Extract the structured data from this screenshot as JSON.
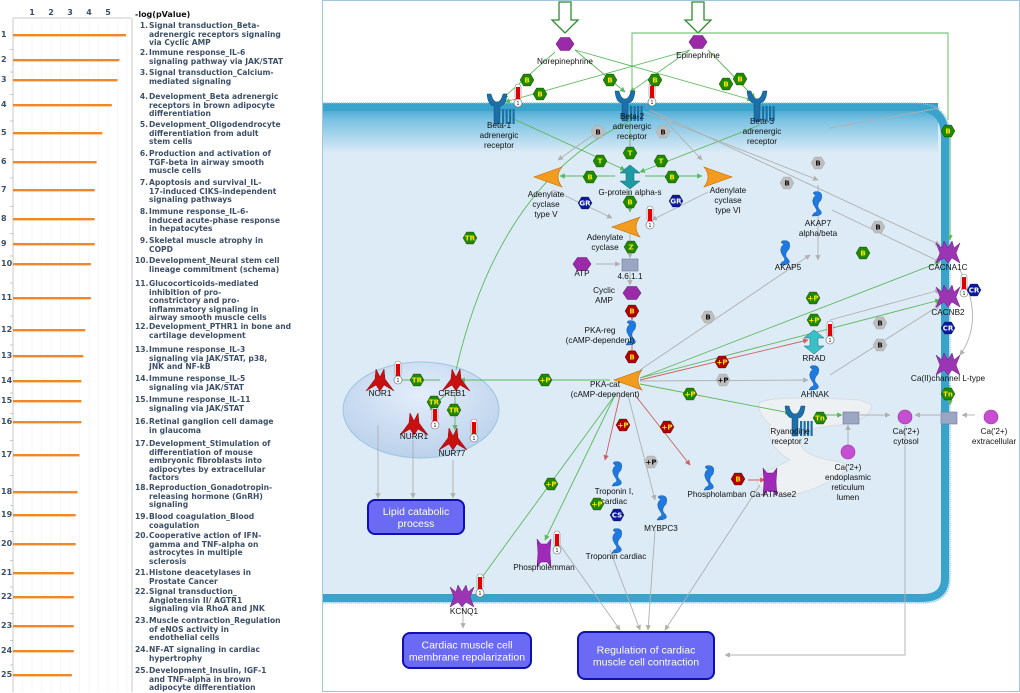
{
  "chart_data": {
    "type": "bar",
    "orientation": "horizontal",
    "title": "",
    "xlabel": "-log(pValue)",
    "ylabel": "",
    "x_ticks": [
      1,
      2,
      3,
      4,
      5
    ],
    "xlim": [
      0,
      6
    ],
    "grid": true,
    "bar_color": "#f0882a",
    "categories": [
      "1",
      "2",
      "3",
      "4",
      "5",
      "6",
      "7",
      "8",
      "9",
      "10",
      "11",
      "12",
      "13",
      "14",
      "15",
      "16",
      "17",
      "18",
      "19",
      "20",
      "21",
      "22",
      "23",
      "24",
      "25"
    ],
    "values": [
      5.95,
      5.6,
      5.5,
      5.2,
      4.7,
      4.4,
      4.3,
      4.3,
      4.3,
      4.1,
      4.1,
      3.8,
      3.7,
      3.6,
      3.6,
      3.6,
      3.5,
      3.4,
      3.3,
      3.3,
      3.2,
      3.2,
      3.2,
      3.2,
      3.1
    ]
  },
  "pathways": [
    {
      "num": "1.",
      "name": "Signal transduction_Beta-adrenergic receptors signaling via Cyclic AMP",
      "lines": [
        "Signal transduction_Beta-",
        "adrenergic receptors signaling",
        "via Cyclic AMP"
      ]
    },
    {
      "num": "2.",
      "name": "Immune response_IL-6 signaling pathway via JAK/STAT",
      "lines": [
        "Immune response_IL-6",
        "signaling pathway via JAK/STAT"
      ]
    },
    {
      "num": "3.",
      "name": "Signal transduction_Calcium-mediated signaling",
      "lines": [
        "Signal transduction_Calcium-",
        "mediated signaling"
      ]
    },
    {
      "num": "4.",
      "name": "Development_Beta adrenergic receptors in brown adipocyte differentiation",
      "lines": [
        "Development_Beta adrenergic",
        "receptors in brown adipocyte",
        "differentiation"
      ]
    },
    {
      "num": "5.",
      "name": "Development_Oligodendrocyte differentiation from adult stem cells",
      "lines": [
        "Development_Oligodendrocyte",
        "differentiation from adult",
        "stem cells"
      ]
    },
    {
      "num": "6.",
      "name": "Production and activation of TGF-beta in airway smooth muscle cells",
      "lines": [
        "Production and activation of",
        "TGF-beta in airway smooth",
        "muscle cells"
      ]
    },
    {
      "num": "7.",
      "name": "Apoptosis and survival_IL-17-induced CIKS-independent signaling pathways",
      "lines": [
        "Apoptosis and survival_IL-",
        "17-induced CIKS-independent",
        "signaling pathways"
      ]
    },
    {
      "num": "8.",
      "name": "Immune response_IL-6-induced acute-phase response in hepatocytes",
      "lines": [
        "Immune response_IL-6-",
        "induced acute-phase response",
        "in hepatocytes"
      ]
    },
    {
      "num": "9.",
      "name": "Skeletal muscle atrophy in COPD",
      "lines": [
        "Skeletal muscle atrophy in",
        "COPD"
      ]
    },
    {
      "num": "10.",
      "name": "Development_Neural stem cell lineage commitment (schema)",
      "lines": [
        "Development_Neural stem cell",
        "lineage commitment (schema)"
      ]
    },
    {
      "num": "11.",
      "name": "Glucocorticoids-mediated inhibition of pro-constrictory and pro-inflammatory signaling in airway smooth muscle cells",
      "lines": [
        "Glucocorticoids-mediated",
        "inhibition of pro-",
        "constrictory and pro-",
        "inflammatory signaling in",
        "airway smooth muscle cells"
      ]
    },
    {
      "num": "12.",
      "name": "Development_PTHR1 in bone and cartilage development",
      "lines": [
        "Development_PTHR1 in bone and",
        "cartilage development"
      ]
    },
    {
      "num": "13.",
      "name": "Immune response_IL-3 signaling via JAK/STAT, p38, JNK and NF-kB",
      "lines": [
        "Immune response_IL-3",
        "signaling via JAK/STAT, p38,",
        "JNK and NF-kB"
      ]
    },
    {
      "num": "14.",
      "name": "Immune response_IL-5 signaling via JAK/STAT",
      "lines": [
        "Immune response_IL-5",
        "signaling via JAK/STAT"
      ]
    },
    {
      "num": "15.",
      "name": "Immune response_IL-11 signaling via JAK/STAT",
      "lines": [
        "Immune response_IL-11",
        "signaling via JAK/STAT"
      ]
    },
    {
      "num": "16.",
      "name": "Retinal ganglion cell damage in glaucoma",
      "lines": [
        "Retinal ganglion cell damage",
        "in glaucoma"
      ]
    },
    {
      "num": "17.",
      "name": "Development_Stimulation of differentiation of mouse embryonic fibroblasts into adipocytes by extracellular factors",
      "lines": [
        "Development_Stimulation of",
        "differentiation of mouse",
        "embryonic fibroblasts into",
        "adipocytes by extracellular",
        "factors"
      ]
    },
    {
      "num": "18.",
      "name": "Reproduction_Gonadotropin-releasing hormone (GnRH) signaling",
      "lines": [
        "Reproduction_Gonadotropin-",
        "releasing hormone (GnRH)",
        "signaling"
      ]
    },
    {
      "num": "19.",
      "name": "Blood coagulation_Blood coagulation",
      "lines": [
        "Blood coagulation_Blood",
        "coagulation"
      ]
    },
    {
      "num": "20.",
      "name": "Cooperative action of IFN-gamma and TNF-alpha on astrocytes in multiple sclerosis",
      "lines": [
        "Cooperative action of IFN-",
        "gamma and TNF-alpha on",
        "astrocytes in multiple",
        "sclerosis"
      ]
    },
    {
      "num": "21.",
      "name": "Histone deacetylases in Prostate Cancer",
      "lines": [
        "Histone deacetylases in",
        "Prostate Cancer"
      ]
    },
    {
      "num": "22.",
      "name": "Signal transduction_Angiotensin II/ AGTR1 signaling via RhoA and JNK",
      "lines": [
        "Signal transduction_",
        "Angiotensin II/ AGTR1",
        "signaling via RhoA and JNK"
      ]
    },
    {
      "num": "23.",
      "name": "Muscle contraction_Regulation of eNOS activity in endothelial cells",
      "lines": [
        "Muscle contraction_Regulation",
        "of eNOS activity in",
        "endothelial cells"
      ]
    },
    {
      "num": "24.",
      "name": "NF-AT signaling in cardiac hypertrophy",
      "lines": [
        "NF-AT signaling in cardiac",
        "hypertrophy"
      ]
    },
    {
      "num": "25.",
      "name": "Development_Insulin, IGF-1 and TNF-alpha in brown adipocyte differentiation",
      "lines": [
        "Development_Insulin, IGF-1",
        "and TNF-alpha in brown",
        "adipocyte differentiation"
      ]
    }
  ],
  "map": {
    "colors": {
      "membrane": "#3aa3cc",
      "cytoplasm": "#dcebf6",
      "green_badge": "#1f8a00",
      "red_badge": "#b00000",
      "grey_badge": "#bdbdbd",
      "blue_badge": "#0a1aa0",
      "process_fill": "#6a6af5",
      "process_border": "#1010b0",
      "compound": "#9a2aa8",
      "ion": "#c64fd1"
    },
    "nodes": {
      "norepinephrine": "Norepinephrine",
      "epinephrine": "Epinephrine",
      "beta1": [
        "Beta-1",
        "adrenergic",
        "receptor"
      ],
      "beta2": [
        "Beta-2",
        "adrenergic",
        "receptor"
      ],
      "beta3": [
        "Beta-3",
        "adrenergic",
        "receptor"
      ],
      "gprotein": "G-protein alpha-s",
      "adcy5": [
        "Adenylate",
        "cyclase",
        "type V"
      ],
      "adcy6": [
        "Adenylate",
        "cyclase",
        "type VI"
      ],
      "adcy": [
        "Adenylate",
        "cyclase"
      ],
      "atp": "ATP",
      "enzyme": "4.6.1.1",
      "camp": [
        "Cyclic",
        "AMP"
      ],
      "pkareg": [
        "PKA-reg",
        "(cAMP-dependent)"
      ],
      "pkacat": [
        "PKA-cat",
        "(cAMP-dependent)"
      ],
      "akap7": [
        "AKAP7",
        "alpha/beta"
      ],
      "akap5": "AKAP5",
      "cacna1c": "CACNA1C",
      "cacnb2": "CACNB2",
      "rrad": "RRAD",
      "ahnak": "AHNAK",
      "cachannel": "Ca(II)channel L-type",
      "ryr2": [
        "Ryanodine",
        "receptor 2"
      ],
      "ca_cytosol": [
        "Ca('2+)",
        "cytosol"
      ],
      "ca_extra": [
        "Ca('2+)",
        "extracellular"
      ],
      "ca_er": [
        "Ca('2+)",
        "endoplasmic",
        "reticulum",
        "lumen"
      ],
      "nor1": "NOR1",
      "creb1": "CREB1",
      "nurr1": "NURR1",
      "nur77": "NUR77",
      "troponin_i": [
        "Troponin I,",
        "cardiac"
      ],
      "mybpc3": "MYBPC3",
      "troponin": "Troponin cardiac",
      "phospholamban": "Phospholamban",
      "atpase2": "Ca-ATPase2",
      "phospholemman": "Phospholemman",
      "kcnq1": "KCNQ1"
    },
    "processes": {
      "lipid": [
        "Lipid catabolic",
        "process"
      ],
      "repol": [
        "Cardiac muscle cell",
        "membrane repolarization"
      ],
      "contraction": [
        "Regulation of cardiac",
        "muscle cell contraction"
      ]
    },
    "badges": {
      "B": "B",
      "T": "T",
      "TR": "TR",
      "Z": "Z",
      "Tn": "Tn",
      "P": "+P",
      "GR": "GR",
      "CR": "CR",
      "CS": "CS"
    },
    "thermo_label": "1"
  }
}
